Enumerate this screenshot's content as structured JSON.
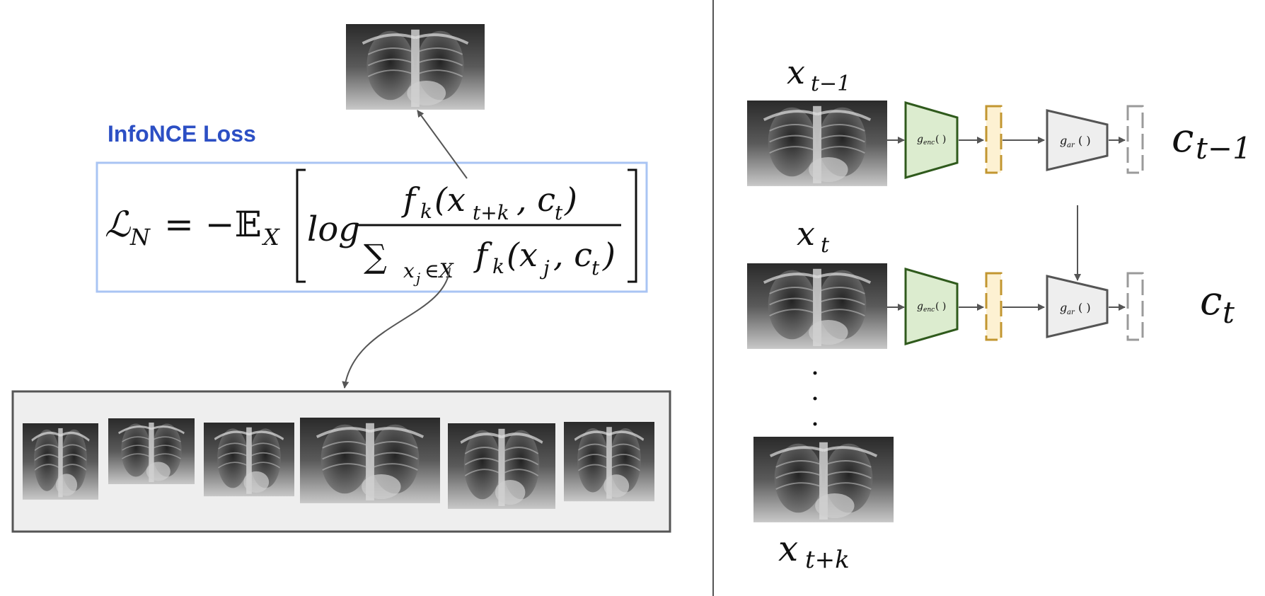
{
  "loss_title": "InfoNCE Loss",
  "formula": {
    "lhs": "ℒ",
    "lhs_sub": "N",
    "equals": "= −𝔼",
    "exp_sub": "X",
    "log": "log",
    "numerator": "f",
    "numerator_sub": "k",
    "numerator_args_1": "(x",
    "numerator_args_1_sub": "t+k",
    "numerator_args_2": ", c",
    "numerator_args_2_sub": "t",
    "numerator_close": ")",
    "sum": "∑",
    "sum_sub": "x",
    "sum_sub_sub": "j",
    "sum_sub_rest": "∈X",
    "denominator": "f",
    "denominator_sub": "k",
    "denominator_args_1": "(x",
    "denominator_args_1_sub": "j",
    "denominator_args_2": ", c",
    "denominator_args_2_sub": "t",
    "denominator_close": ")"
  },
  "right_panel": {
    "rows": [
      {
        "x_label": "x",
        "x_sub": "t−1",
        "enc_label": "g",
        "enc_sub": "enc",
        "enc_args": "( )",
        "ar_label": "g",
        "ar_sub": "ar",
        "ar_args": "( )",
        "c_label": "c",
        "c_sub": "t−1"
      },
      {
        "x_label": "x",
        "x_sub": "t",
        "enc_label": "g",
        "enc_sub": "enc",
        "enc_args": "( )",
        "ar_label": "g",
        "ar_sub": "ar",
        "ar_args": "( )",
        "c_label": "c",
        "c_sub": "t"
      }
    ],
    "future": {
      "x_label": "x",
      "x_sub": "t+k"
    }
  },
  "colors": {
    "title_blue": "#2c4fc4",
    "formula_border": "#a9c4f3",
    "encoder_fill": "#dceccf",
    "encoder_stroke": "#2f5a1c",
    "feature_fill": "#fdf1d2",
    "feature_stroke": "#c29630",
    "ar_fill": "#eeeeee",
    "ar_stroke": "#555555",
    "context_stroke": "#9a9a9a",
    "negatives_bg": "#eeeeee",
    "negatives_border": "#555555"
  },
  "icons": [
    "chest-xray-image",
    "arrow-icon",
    "ellipsis-dots"
  ]
}
